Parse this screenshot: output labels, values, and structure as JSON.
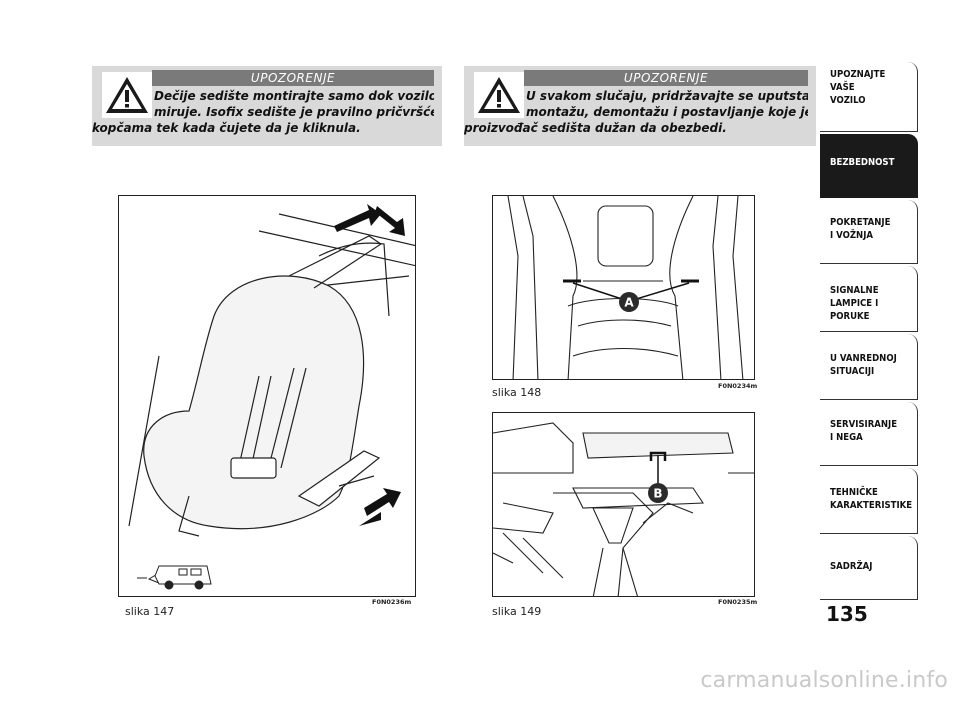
{
  "warnings": [
    {
      "heading": "UPOZORENJE",
      "lines": [
        "Dečije sedište montirajte samo dok vozilo",
        "miruje. Isofix sedište je pravilno pričvršćeno",
        "kopčama tek kada čujete da je kliknula."
      ]
    },
    {
      "heading": "UPOZORENJE",
      "lines": [
        "U svakom slučaju, pridržavajte se uputstava za",
        "montažu, demontažu i postavljanje koje je",
        "proizvođač sedišta dužan da obezbedi."
      ]
    }
  ],
  "figures": [
    {
      "caption": "slika 147",
      "code": "F0N0236m"
    },
    {
      "caption": "slika 148",
      "code": "F0N0234m",
      "marker": "A"
    },
    {
      "caption": "slika 149",
      "code": "F0N0235m",
      "marker": "B"
    }
  ],
  "sidebar": {
    "tabs": [
      {
        "lines": [
          "UPOZNAJTE",
          "VAŠE",
          "VOZILO"
        ]
      },
      {
        "lines": [
          "BEZBEDNOST"
        ],
        "active": true
      },
      {
        "lines": [
          "POKRETANJE",
          "I VOŽNJA"
        ]
      },
      {
        "lines": [
          "SIGNALNE",
          "LAMPICE I PORUKE"
        ]
      },
      {
        "lines": [
          "U VANREDNOJ",
          "SITUACIJI"
        ]
      },
      {
        "lines": [
          "SERVISIRANJE",
          "I NEGA"
        ]
      },
      {
        "lines": [
          "TEHNIČKE",
          "KARAKTERISTIKE"
        ]
      },
      {
        "lines": [
          "SADRŽAJ"
        ]
      }
    ]
  },
  "page_number": "135",
  "watermark": "carmanualsonline.info"
}
